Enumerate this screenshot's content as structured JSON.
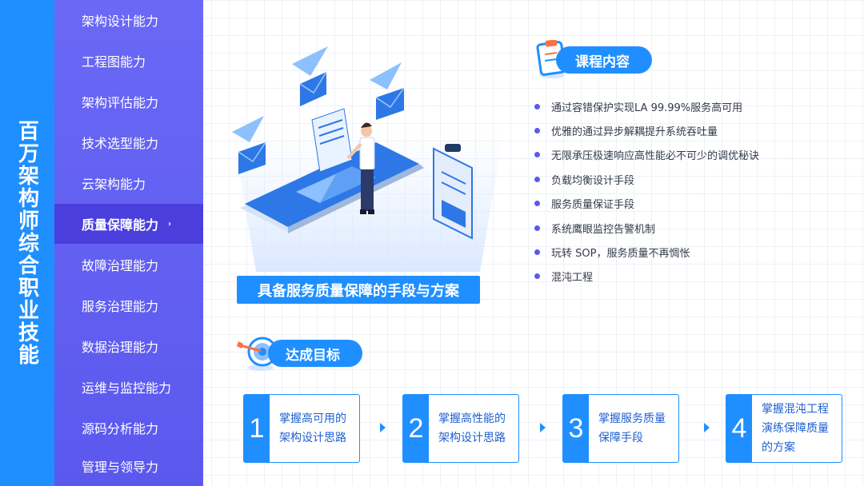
{
  "title": "百万架构师综合职业技能",
  "sidebar": {
    "items": [
      {
        "label": "架构设计能力"
      },
      {
        "label": "工程图能力"
      },
      {
        "label": "架构评估能力"
      },
      {
        "label": "技术选型能力"
      },
      {
        "label": "云架构能力"
      },
      {
        "label": "质量保障能力",
        "active": true
      },
      {
        "label": "故障治理能力"
      },
      {
        "label": "服务治理能力"
      },
      {
        "label": "数据治理能力"
      },
      {
        "label": "运维与监控能力"
      },
      {
        "label": "源码分析能力"
      },
      {
        "label": "管理与领导力"
      }
    ],
    "active_chevron": "›"
  },
  "banner": "具备服务质量保障的手段与方案",
  "course": {
    "heading": "课程内容",
    "items": [
      "通过容错保护实现LA 99.99%服务高可用",
      "优雅的通过异步解耦提升系统吞吐量",
      "无限承压极速响应高性能必不可少的调优秘诀",
      "负载均衡设计手段",
      "服务质量保证手段",
      "系统鹰眼监控告警机制",
      "玩转 SOP，服务质量不再惆怅",
      "混沌工程"
    ]
  },
  "goals": {
    "heading": "达成目标",
    "cards": [
      {
        "num": "1",
        "lines": [
          "掌握高可用的",
          "架构设计思路"
        ]
      },
      {
        "num": "2",
        "lines": [
          "掌握高性能的",
          "架构设计思路"
        ]
      },
      {
        "num": "3",
        "lines": [
          "掌握服务质量",
          "保障手段"
        ]
      },
      {
        "num": "4",
        "lines": [
          "掌握混沌工程",
          "演练保障质量",
          "的方案"
        ]
      }
    ]
  },
  "colors": {
    "primary": "#1f8fff",
    "sidebar": "#6a68f5",
    "active": "#4a3fdd"
  },
  "icons": {
    "course": "clipboard-icon",
    "goals": "target-icon"
  }
}
